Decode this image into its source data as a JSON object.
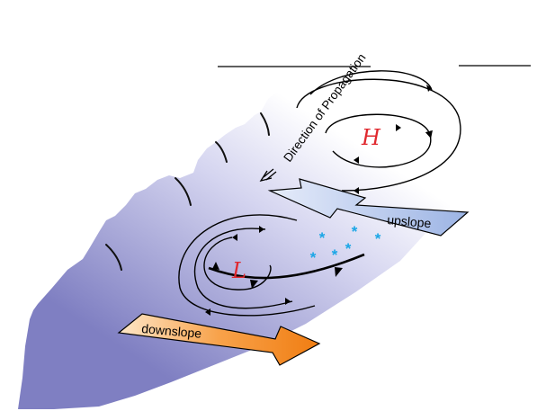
{
  "labels": {
    "direction": "Direction of Propagation",
    "upslope": "upslope",
    "downslope": "downslope",
    "high": "H",
    "low": "L"
  },
  "colors": {
    "mountain_top": "#ffffff",
    "mountain_mid": "#c9c9ec",
    "mountain_base": "#7f7fc2",
    "upslope_arrow_light": "#e6ecfa",
    "upslope_arrow_dark": "#9cb4e4",
    "downslope_arrow_light": "#fde7c9",
    "downslope_arrow_dark": "#f07d12",
    "pressure_letters": "#e0282e",
    "snow": "#1aa6e6",
    "lines": "#000000"
  },
  "icons": {
    "snow": "asterisk"
  }
}
